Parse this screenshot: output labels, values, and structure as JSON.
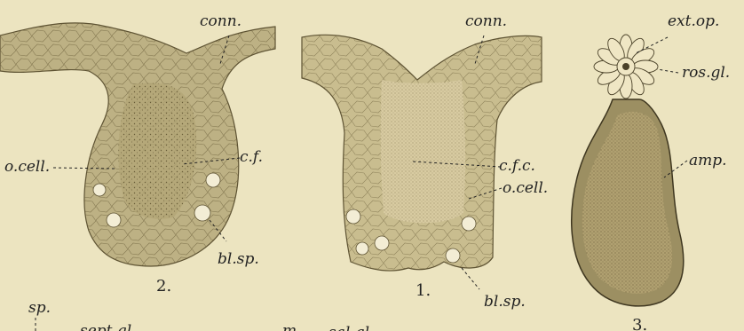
{
  "plate": {
    "figures": [
      {
        "number": "2.",
        "labels": {
          "conn": "conn.",
          "cf": "c.f.",
          "ocell": "o.cell.",
          "blsp": "bl.sp."
        }
      },
      {
        "number": "1.",
        "labels": {
          "conn": "conn.",
          "cfc": "c.f.c.",
          "ocell": "o.cell.",
          "blsp": "bl.sp."
        }
      },
      {
        "number": "3.",
        "labels": {
          "extop": "ext.op.",
          "rosgl": "ros.gl.",
          "amp": "amp."
        }
      }
    ],
    "lower_labels": {
      "sp": "sp.",
      "septgl": "sept.gl.",
      "m": "m",
      "salgl": "sal.gl."
    }
  },
  "colors": {
    "background": "#ece4c0",
    "tissue": "#bdb184",
    "tissue_dark": "#9c8f62",
    "interior": "#d6c9a0",
    "amp_inner": "#b0a070",
    "ink": "#222222"
  }
}
